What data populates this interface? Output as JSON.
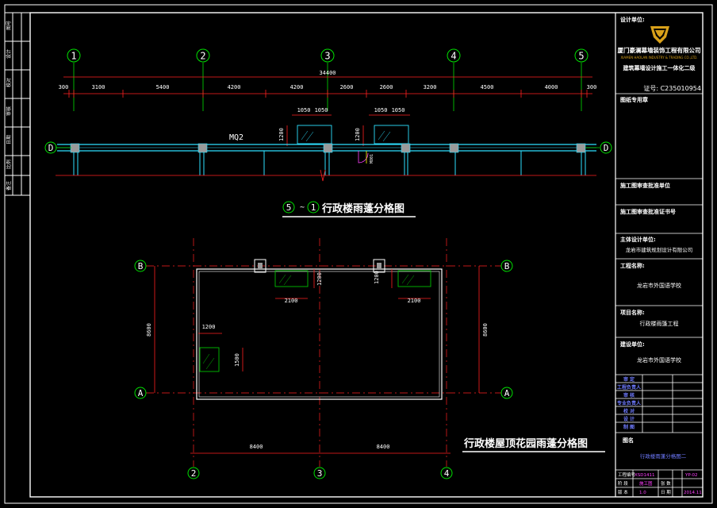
{
  "colors": {
    "frame": "#ffffff",
    "axis_bubble": "#00e000",
    "axis_line": "#ff2020",
    "dim": "#ff2020",
    "canopy": "#2ee0ff",
    "pane": "#00c000",
    "column": "#9a9a9a",
    "title_underline": "#ffffff",
    "accent": "#ff40ff",
    "yellow": "#ffff00",
    "blue_text": "#6f7bff",
    "logo": "#d9a11a"
  },
  "elevation": {
    "axes": [
      "1",
      "2",
      "3",
      "4",
      "5"
    ],
    "total_dim": "34400",
    "segments": [
      "300",
      "3100",
      "5400",
      "4200",
      "4200",
      "2600",
      "2600",
      "3200",
      "4500",
      "4000",
      "300"
    ],
    "sub_dims": [
      "1050",
      "1050",
      "1050",
      "1050"
    ],
    "height_dims": [
      "1200",
      "1200"
    ],
    "label_mq": "MQ2",
    "label_v": "M801",
    "side_axis": "D",
    "title_left": "5",
    "title_sep": "~",
    "title_right": "1",
    "title_text": "行政楼雨蓬分格图"
  },
  "plan": {
    "axes_top": [
      "B",
      "B"
    ],
    "axes_bottom": [
      "A",
      "A"
    ],
    "axes_grid": [
      "2",
      "3",
      "4"
    ],
    "height_dim": "8600",
    "dims_w": [
      "2100",
      "2100",
      "1200"
    ],
    "dims_h": [
      "1200",
      "1200",
      "1500"
    ],
    "bottom_dims": [
      "8400",
      "8400"
    ],
    "title_text": "行政楼屋顶花园雨蓬分格图"
  },
  "left_strip": {
    "labels": [
      "图号",
      "设计",
      "校对",
      "审核",
      "日期",
      "比例",
      "备注"
    ]
  },
  "title_block": {
    "design_unit_label": "设计单位:",
    "company_cn": "厦门豪澜幕墙装饰工程有限公司",
    "company_en": "XIAMEN HAOLAN INDUSTRY & TRADING CO.,LTD.",
    "qualification": "建筑幕墙设计施工一体化二级",
    "cert": "证号: C235010954",
    "stamp_label": "图纸专用章",
    "review_label": "施工图审查批准单位",
    "review_cert_label": "施工图审查批准证书号",
    "main_design_label": "主体设计单位:",
    "main_design_value": "龙岩市建筑规划设计有限公司",
    "project_label": "工程名称:",
    "project_value": "龙岩市外国语学校",
    "item_label": "项目名称:",
    "item_value": "行政楼雨篷工程",
    "owner_label": "建设单位:",
    "owner_value": "龙岩市外国语学校",
    "sign_rows": [
      "审 定",
      "工程负责人",
      "审 核",
      "专业负责人",
      "校 对",
      "设 计",
      "制 图"
    ],
    "drawing_name_label": "图名",
    "drawing_name_value": "行政楼雨蓬分格图二",
    "bottom": {
      "project_no_label": "工程编号",
      "project_no": "XSD1411",
      "drawing_no": "YP-02",
      "stage_label": "阶 段",
      "stage_value": "施工图",
      "sheet_label": "张 数",
      "version_label": "版 本",
      "version": "1.0",
      "date_label": "日 期",
      "date": "2014.11"
    }
  }
}
